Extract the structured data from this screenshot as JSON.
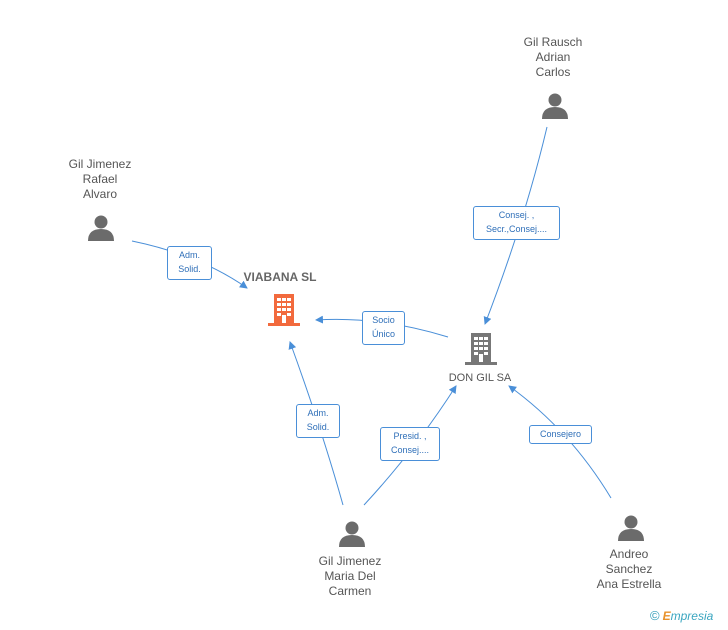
{
  "companies": {
    "viabana": {
      "name": "VIABANA SL"
    },
    "dongil": {
      "name": "DON GIL SA"
    }
  },
  "persons": {
    "rafael": {
      "lines": [
        "Gil Jimenez",
        "Rafael",
        "Alvaro"
      ]
    },
    "rausch": {
      "lines": [
        "Gil Rausch",
        "Adrian",
        "Carlos"
      ]
    },
    "carmen": {
      "lines": [
        "Gil Jimenez",
        "Maria Del",
        "Carmen"
      ]
    },
    "andreo": {
      "lines": [
        "Andreo",
        "Sanchez",
        "Ana Estrella"
      ]
    }
  },
  "relations": {
    "rafael_viabana": [
      "Adm.",
      "Solid."
    ],
    "dongil_viabana": [
      "Socio",
      "Único"
    ],
    "rausch_dongil": [
      "Consej. ,",
      "Secr.,Consej...."
    ],
    "carmen_viabana": [
      "Adm.",
      "Solid."
    ],
    "carmen_dongil": [
      "Presid. ,",
      "Consej...."
    ],
    "andreo_dongil": [
      "Consejero"
    ]
  },
  "footer": {
    "copyright": "©",
    "brand_first": "E",
    "brand_rest": "mpresia"
  },
  "colors": {
    "edge": "#4a8fd8",
    "main_company": "#f26a3d",
    "company": "#777777",
    "person": "#6b6b6b"
  },
  "icons": {
    "person": "person-icon",
    "company": "building-icon"
  }
}
